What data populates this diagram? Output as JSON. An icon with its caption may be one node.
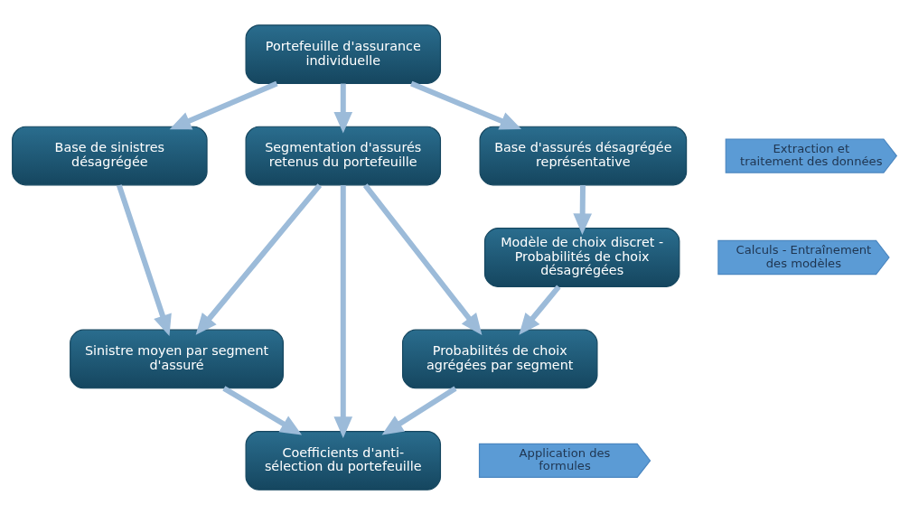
{
  "diagram": {
    "nodes": [
      {
        "text": [
          "Portefeuille d'assurance individuelle"
        ]
      },
      {
        "text": [
          "Extraction et traitement des données"
        ]
      },
      {
        "text": [
          "Base de sinistres désagrégée"
        ]
      },
      {
        "text": [
          "Segmentation d'assurés retenus du portefeuille"
        ]
      },
      {
        "text": [
          "Base d'assurés désagrégée représentative"
        ]
      },
      {
        "text": [
          "Calculs - Entraînement des modèles"
        ]
      },
      {
        "text": [
          "Modèle de choix discret - Probabilités de choix désagrégées"
        ]
      },
      {
        "text": [
          "Sinistre moyen par segment d'assuré"
        ]
      },
      {
        "text": [
          "Probabilités de choix agrégées par segment"
        ]
      },
      {
        "text": [
          "Application des formules"
        ]
      },
      {
        "text": [
          "Coefficients d'anti-sélection du portefeuille"
        ]
      }
    ],
    "edges": [
      {
        "from": 0,
        "to": 2,
        "arrow": "to"
      },
      {
        "from": 0,
        "to": 3,
        "arrow": "to"
      },
      {
        "from": 0,
        "to": 4,
        "arrow": "to"
      },
      {
        "from": 2,
        "to": 7,
        "arrow": "to"
      },
      {
        "from": 3,
        "to": 7,
        "arrow": "to"
      },
      {
        "from": 3,
        "to": 10,
        "arrow": "to"
      },
      {
        "from": 3,
        "to": 8,
        "arrow": "to"
      },
      {
        "from": 4,
        "to": 6,
        "arrow": "to"
      },
      {
        "from": 6,
        "to": 8,
        "arrow": "to"
      },
      {
        "from": 7,
        "to": 10,
        "arrow": "to"
      },
      {
        "from": 8,
        "to": 10,
        "arrow": "to"
      }
    ]
  }
}
